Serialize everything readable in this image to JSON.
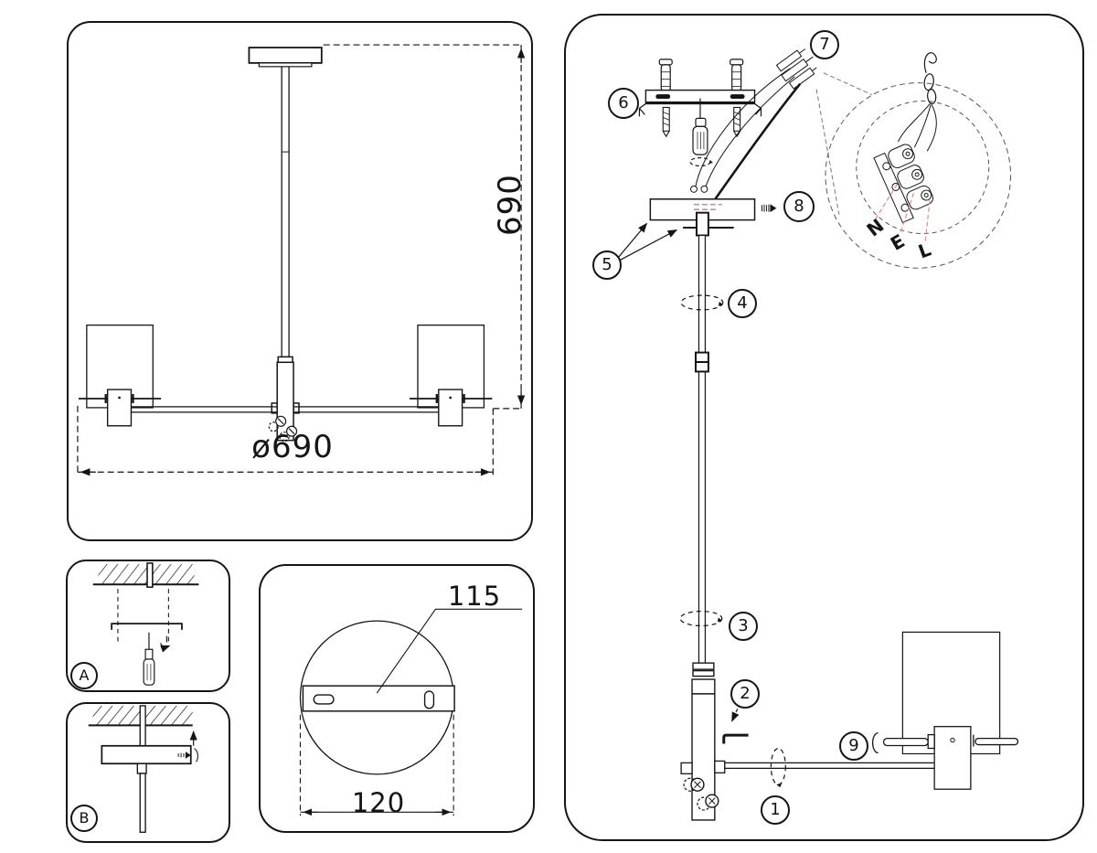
{
  "colors": {
    "line": "#151515",
    "accent_pink": "#bf8fa8",
    "leader_red": "#e38a8a"
  },
  "overview": {
    "height_dim": "690",
    "diameter_dim": "ø690"
  },
  "mount_detail": {
    "bracket_length": "115",
    "canopy_diameter": "120"
  },
  "steps": {
    "step_a_label": "A",
    "step_b_label": "B"
  },
  "assembly": {
    "callouts": {
      "c1": "1",
      "c2": "2",
      "c3": "3",
      "c4": "4",
      "c5": "5",
      "c6": "6",
      "c7": "7",
      "c8": "8",
      "c9": "9"
    },
    "wiring": {
      "neutral": "N",
      "earth": "E",
      "live": "L"
    }
  }
}
